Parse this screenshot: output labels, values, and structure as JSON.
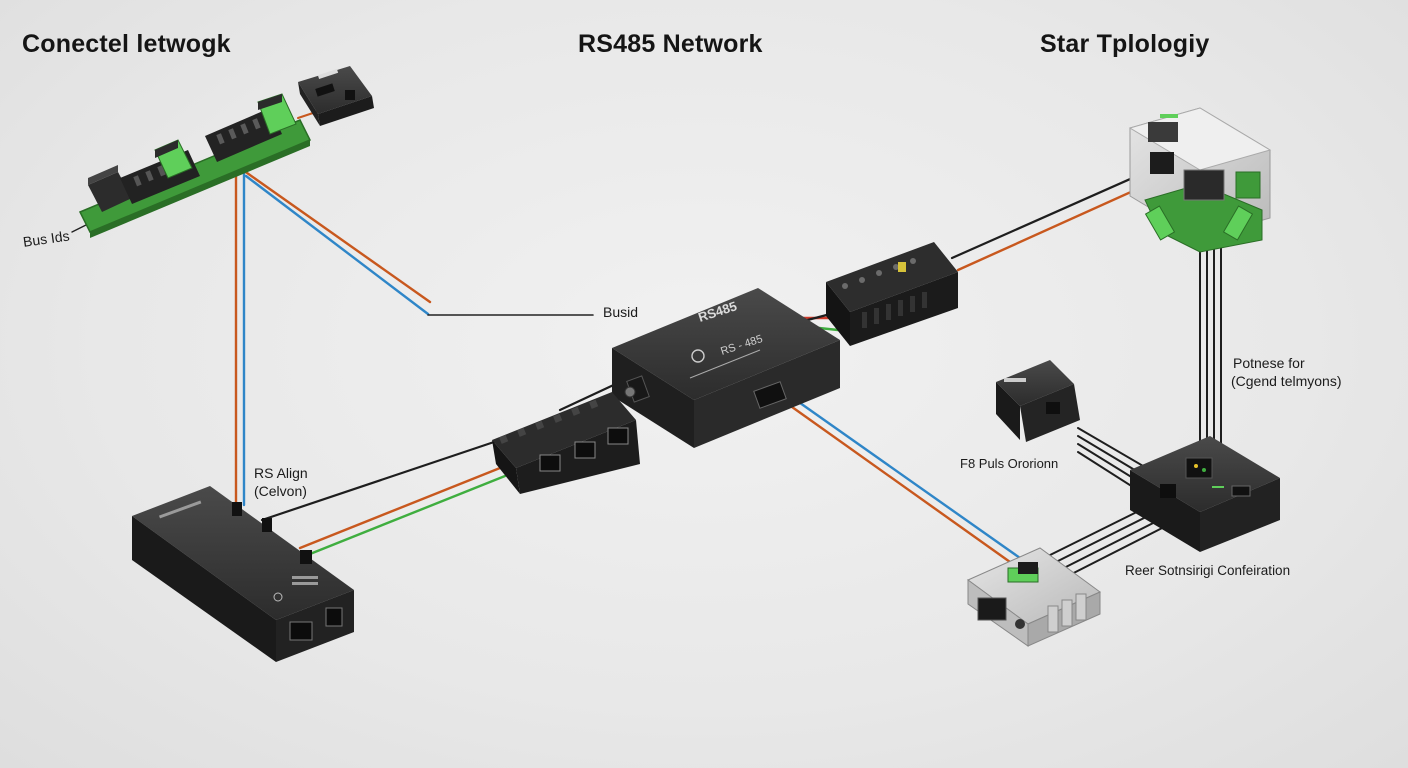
{
  "titles": {
    "left": "Conectel letwogk",
    "center": "RS485 Network",
    "right": "Star Tplologiy"
  },
  "labels": {
    "bus_ids": "Bus Ids",
    "busid": "Busid",
    "rs_align_line1": "RS Align",
    "rs_align_line2": "(Celvon)",
    "potnese_line1": "Potnese for",
    "potnese_line2": "(Cgend telmyons)",
    "f8_pulls": "F8 Puls Ororionn",
    "reer_config": "Reer Sotnsirigi Confeiration"
  },
  "device_marks": {
    "hub_brand": "RS485",
    "hub_sub": "RS - 485"
  },
  "colors": {
    "background": "#e9e9e9",
    "device_body": "#2e2e2e",
    "pcb_green": "#3f9a3a",
    "terminal_green": "#5fcf5a",
    "wire_orange": "#c8581e",
    "wire_blue": "#2f86c8",
    "wire_green": "#3fae3f",
    "wire_black": "#1e1e1e"
  }
}
